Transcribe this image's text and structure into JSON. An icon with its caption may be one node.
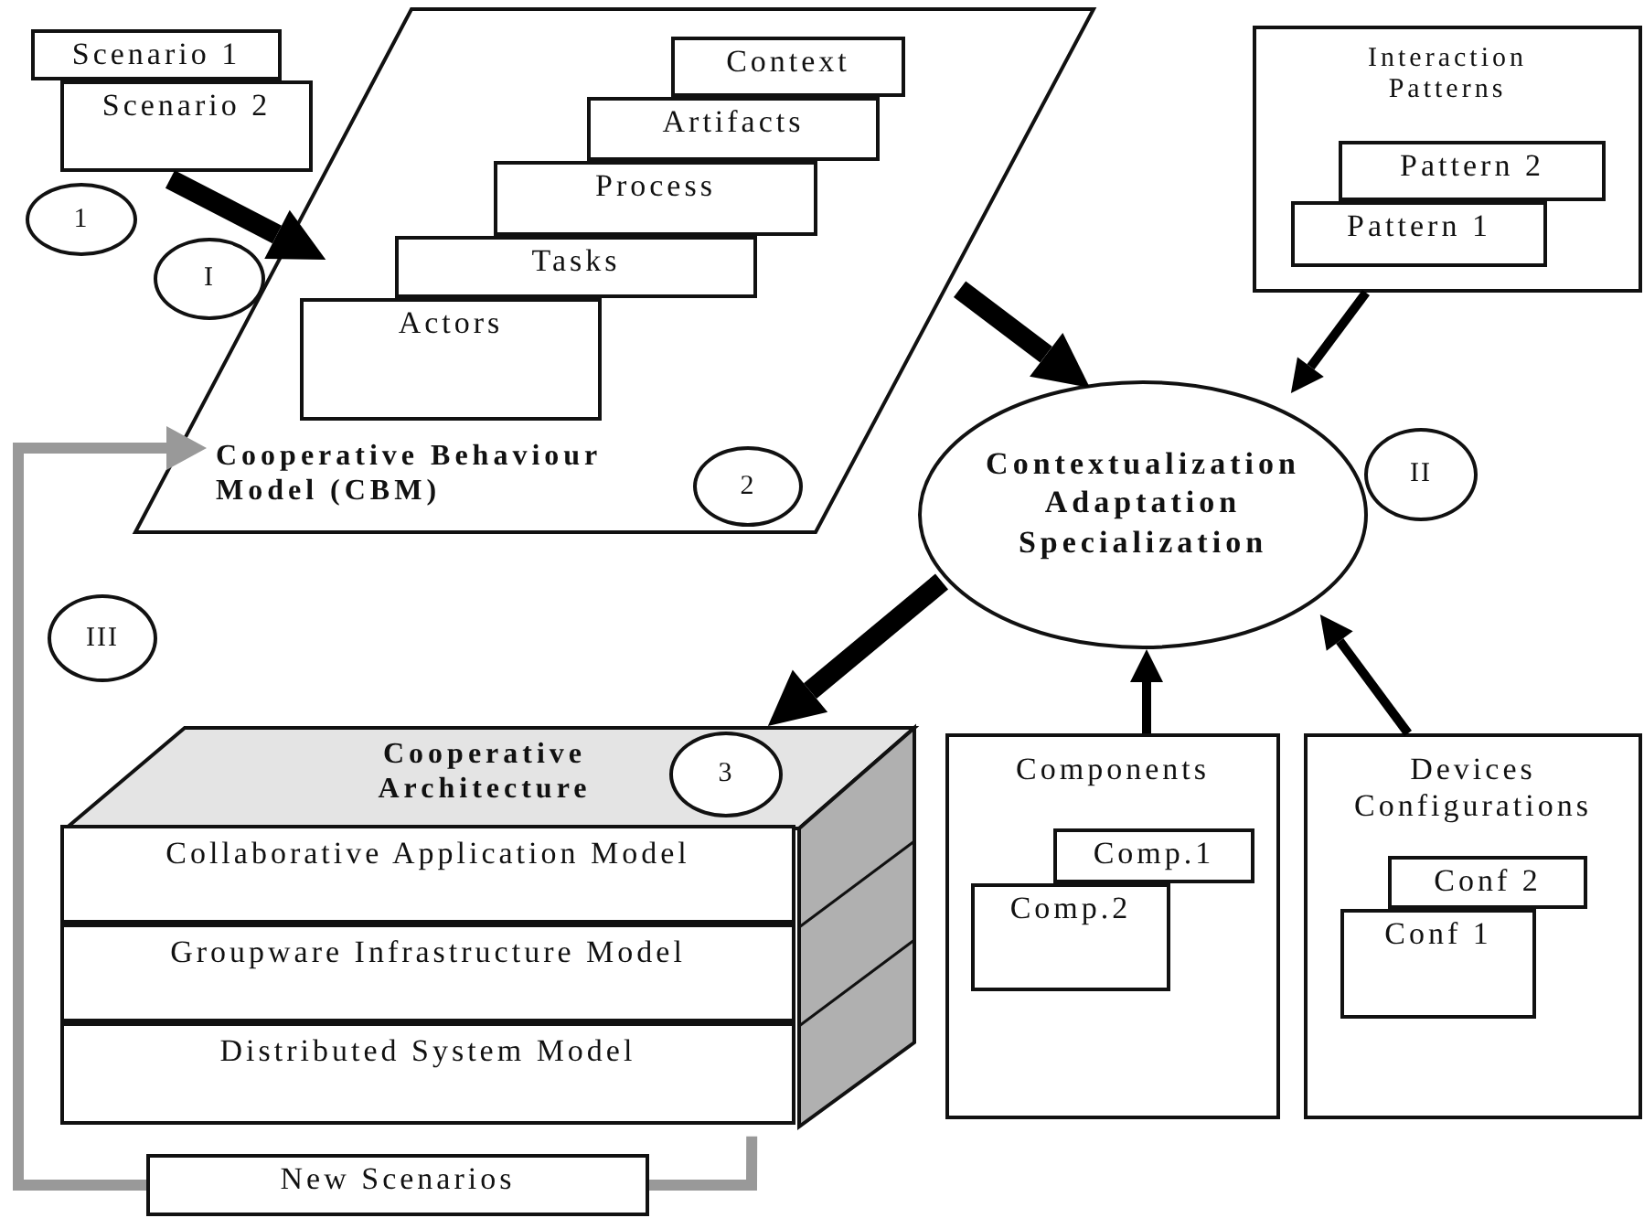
{
  "diagram": {
    "nodes": [
      {
        "text": [
          "Scenario 1"
        ]
      },
      {
        "text": [
          "Scenario 2"
        ]
      },
      {
        "text": [
          "1"
        ]
      },
      {
        "text": [
          "I"
        ]
      },
      {
        "text": [
          "Cooperative Behaviour Model (CBM)"
        ]
      },
      {
        "text": [
          "Context"
        ],
        "in": 4
      },
      {
        "text": [
          "Artifacts"
        ],
        "in": 4
      },
      {
        "text": [
          "Process"
        ],
        "in": 4
      },
      {
        "text": [
          "Tasks"
        ],
        "in": 4
      },
      {
        "text": [
          "Actors"
        ],
        "in": 4
      },
      {
        "text": [
          "2"
        ],
        "in": 4
      },
      {
        "text": [
          "Interaction Patterns"
        ]
      },
      {
        "text": [
          "Pattern 2"
        ],
        "in": 11
      },
      {
        "text": [
          "Pattern 1"
        ],
        "in": 11
      },
      {
        "text": [
          "Contextualization Adaptation Specialization"
        ]
      },
      {
        "text": [
          "II"
        ]
      },
      {
        "text": [
          "III"
        ]
      },
      {
        "text": [
          "Cooperative Architecture"
        ]
      },
      {
        "text": [
          "3"
        ],
        "in": 17
      },
      {
        "text": [
          "Collaborative Application Model"
        ],
        "in": 17
      },
      {
        "text": [
          "Groupware Infrastructure Model"
        ],
        "in": 17
      },
      {
        "text": [
          "Distributed System Model"
        ],
        "in": 17
      },
      {
        "text": [
          "New Scenarios"
        ]
      },
      {
        "text": [
          "Components"
        ]
      },
      {
        "text": [
          "Comp.1"
        ],
        "in": 23
      },
      {
        "text": [
          "Comp.2"
        ],
        "in": 23
      },
      {
        "text": [
          "Devices Configurations"
        ]
      },
      {
        "text": [
          "Conf 2"
        ],
        "in": 26
      },
      {
        "text": [
          "Conf 1"
        ],
        "in": 26
      }
    ],
    "edges": [
      {
        "from": 1,
        "to": 4,
        "arrow": "to",
        "style": "thick"
      },
      {
        "from": 4,
        "to": 14,
        "arrow": "to",
        "style": "thick"
      },
      {
        "from": 11,
        "to": 14,
        "arrow": "to"
      },
      {
        "from": 14,
        "to": 17,
        "arrow": "to",
        "style": "thick"
      },
      {
        "from": 23,
        "to": 14,
        "arrow": "to"
      },
      {
        "from": 26,
        "to": 14,
        "arrow": "to"
      },
      {
        "from": 17,
        "to": 22,
        "arrow": "none",
        "color": "#999999"
      },
      {
        "from": 22,
        "to": 4,
        "arrow": "to",
        "color": "#999999"
      }
    ]
  }
}
